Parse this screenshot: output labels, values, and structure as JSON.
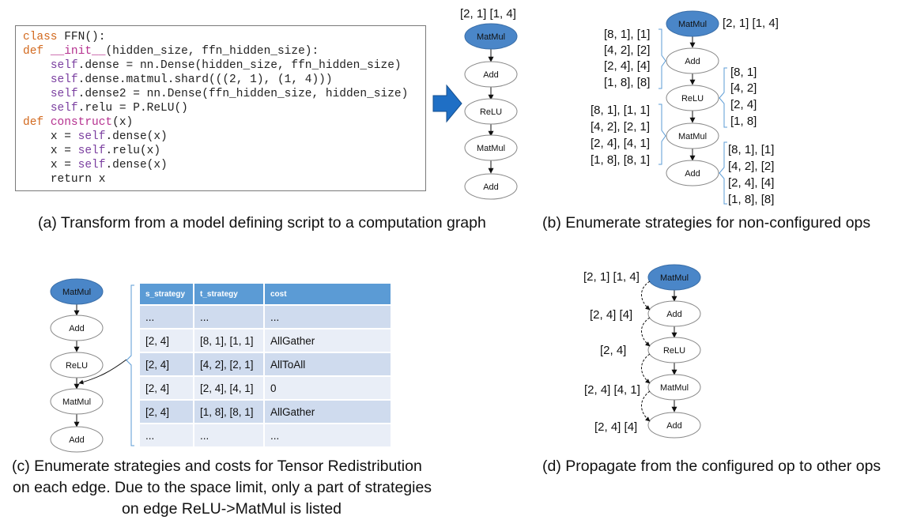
{
  "panel_a": {
    "code": {
      "l1_kw": "class",
      "l1_rest": " FFN():",
      "l2_kw": "def",
      "l2_fn": "__init__",
      "l2_rest": "(hidden_size, ffn_hidden_size):",
      "l3_self": "self",
      "l3_rest": ".dense = nn.Dense(hidden_size, ffn_hidden_size)",
      "l4_self": "self",
      "l4_rest": ".dense.matmul.shard(((2, 1), (1, 4)))",
      "l5_self": "self",
      "l5_rest": ".dense2 = nn.Dense(ffn_hidden_size, hidden_size)",
      "l6_self": "self",
      "l6_rest": ".relu = P.ReLU()",
      "l7_kw": "def",
      "l7_fn": "construct",
      "l7_rest": "(x)",
      "l8_pre": "x = ",
      "l8_self": "self",
      "l8_rest": ".dense(x)",
      "l9_pre": "x = ",
      "l9_self": "self",
      "l9_rest": ".relu(x)",
      "l10_pre": "x = ",
      "l10_self": "self",
      "l10_rest": ".dense(x)",
      "l11": "return x"
    },
    "graph_label": "[2, 1] [1, 4]",
    "nodes": [
      "MatMul",
      "Add",
      "ReLU",
      "MatMul",
      "Add"
    ],
    "caption": "(a) Transform from a model defining script to a computation graph"
  },
  "panel_b": {
    "top_label": "[2, 1] [1, 4]",
    "nodes": [
      "MatMul",
      "Add",
      "ReLU",
      "MatMul",
      "Add"
    ],
    "add1_strategies": [
      "[8, 1], [1]",
      "[4, 2], [2]",
      "[2, 4], [4]",
      "[1, 8], [8]"
    ],
    "relu_strategies": [
      "[8, 1]",
      "[4, 2]",
      "[2, 4]",
      "[1, 8]"
    ],
    "matmul2_strategies": [
      "[8, 1], [1, 1]",
      "[4, 2], [2, 1]",
      "[2, 4], [4, 1]",
      "[1, 8], [8, 1]"
    ],
    "add2_strategies": [
      "[8, 1], [1]",
      "[4, 2], [2]",
      "[2, 4], [4]",
      "[1, 8], [8]"
    ],
    "caption": "(b) Enumerate strategies for non-configured ops"
  },
  "panel_c": {
    "nodes": [
      "MatMul",
      "Add",
      "ReLU",
      "MatMul",
      "Add"
    ],
    "table": {
      "headers": [
        "s_strategy",
        "t_strategy",
        "cost"
      ],
      "rows": [
        [
          "...",
          "...",
          "..."
        ],
        [
          "[2, 4]",
          "[8, 1], [1, 1]",
          "AllGather"
        ],
        [
          "[2, 4]",
          "[4, 2], [2, 1]",
          "AllToAll"
        ],
        [
          "[2, 4]",
          "[2, 4], [4, 1]",
          "0"
        ],
        [
          "[2, 4]",
          "[1, 8], [8, 1]",
          "AllGather"
        ],
        [
          "...",
          "...",
          "..."
        ]
      ]
    },
    "caption_l1": "(c) Enumerate strategies and costs for Tensor Redistribution",
    "caption_l2": "on each edge. Due to the space limit, only a part of strategies",
    "caption_l3": "on edge ReLU->MatMul is listed"
  },
  "panel_d": {
    "nodes": [
      "MatMul",
      "Add",
      "ReLU",
      "MatMul",
      "Add"
    ],
    "labels": [
      "[2, 1] [1, 4]",
      "[2, 4] [4]",
      "[2, 4]",
      "[2, 4] [4, 1]",
      "[2, 4] [4]"
    ],
    "caption": "(d) Propagate from the configured op to other ops"
  },
  "colors": {
    "configured_node": "#4a86c8",
    "node_stroke": "#888888",
    "arrow_blue": "#1f6fc5",
    "table_header": "#5b9bd5"
  }
}
